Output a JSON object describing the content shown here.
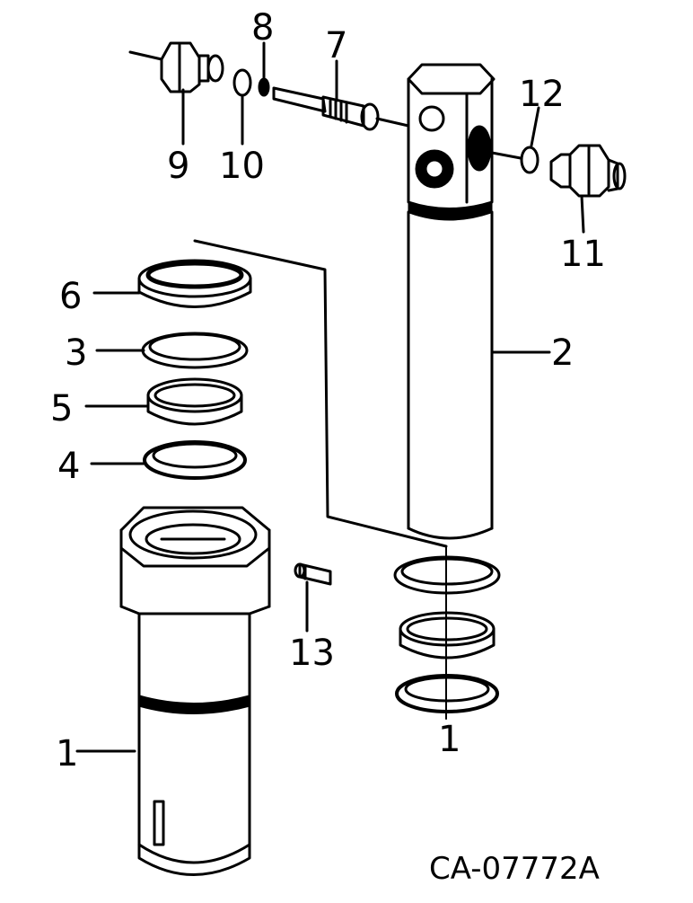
{
  "labels": {
    "l1": "1",
    "l2": "2",
    "l3": "3",
    "l4": "4",
    "l5": "5",
    "l6": "6",
    "l7": "7",
    "l8": "8",
    "l9": "9",
    "l10": "10",
    "l11": "11",
    "l12": "12",
    "l13": "13",
    "l1b": "1"
  },
  "drawing_code": "CA-07772A"
}
